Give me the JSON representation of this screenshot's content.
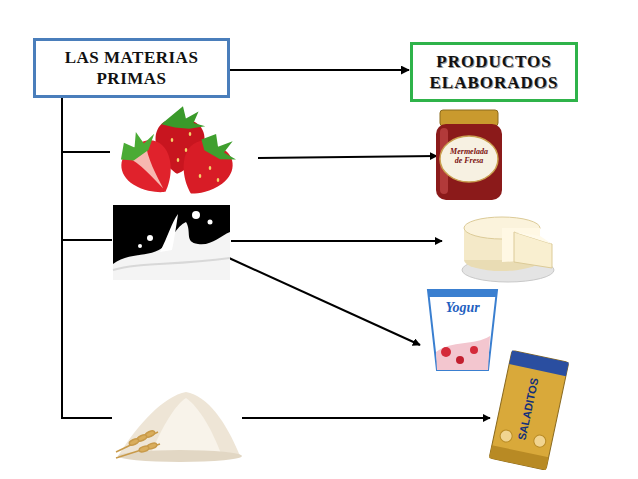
{
  "diagram": {
    "nodes": [
      {
        "text": [
          "LAS MATERIAS PRIMAS"
        ]
      },
      {
        "text": [
          "PRODUCTOS ELABORADOS"
        ]
      }
    ],
    "edges": [
      {
        "from": 0,
        "to": 1,
        "arrow": "to"
      }
    ],
    "labels": [
      "Mermelada de Fresa",
      "Yogur",
      "SALADITOS"
    ]
  }
}
